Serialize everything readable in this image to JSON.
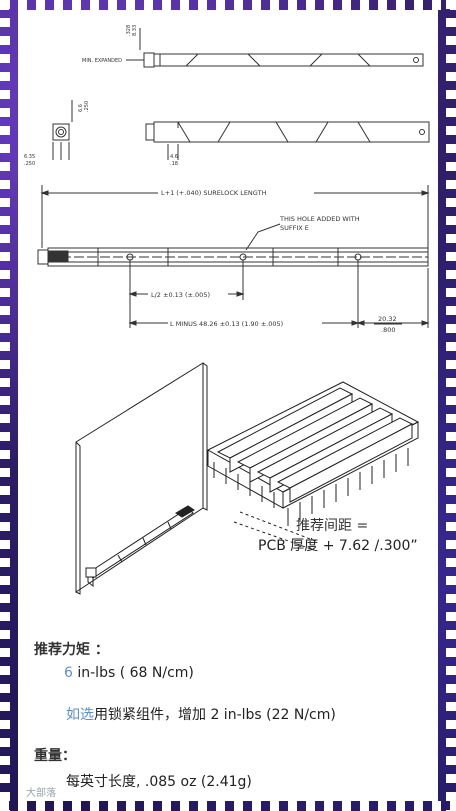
{
  "drawing": {
    "top_dim_a": ".328",
    "top_dim_b": "8.33",
    "min_expanded": "MIN. EXPANDED",
    "side_dim_a": ".250",
    "side_dim_b": "6.6",
    "side_dim_c": "6.35",
    "side_dim_d": ".250",
    "side_dim_e": "4.6",
    "side_dim_f": ".18",
    "length_label": "L+1 (+.040) SURELOCK LENGTH",
    "hole_note_1": "THIS HOLE ADDED WITH",
    "hole_note_2": "SUFFIX E",
    "half_label": "L/2 ±0.13 (±.005)",
    "minus_label": "L MINUS 48.26 ±0.13 (1.90 ±.005)",
    "end_dim_a": "20.32",
    "end_dim_b": ".800"
  },
  "illustration": {
    "spacing_label": "推荐间距 =",
    "formula": "PCB 厚度 + 7.62 /.300”"
  },
  "specs": {
    "torque_heading": "推荐力矩 ：",
    "torque_value_num": "6",
    "torque_value_rest": " in-lbs ( 68 N/cm)",
    "optional_prefix": "如选",
    "optional_rest": "用锁紧组件，增加 2 in-lbs  (22 N/cm)",
    "weight_heading": "重量：",
    "weight_value": "每英寸长度, .085 oz (2.41g)"
  },
  "watermark": "大部落"
}
